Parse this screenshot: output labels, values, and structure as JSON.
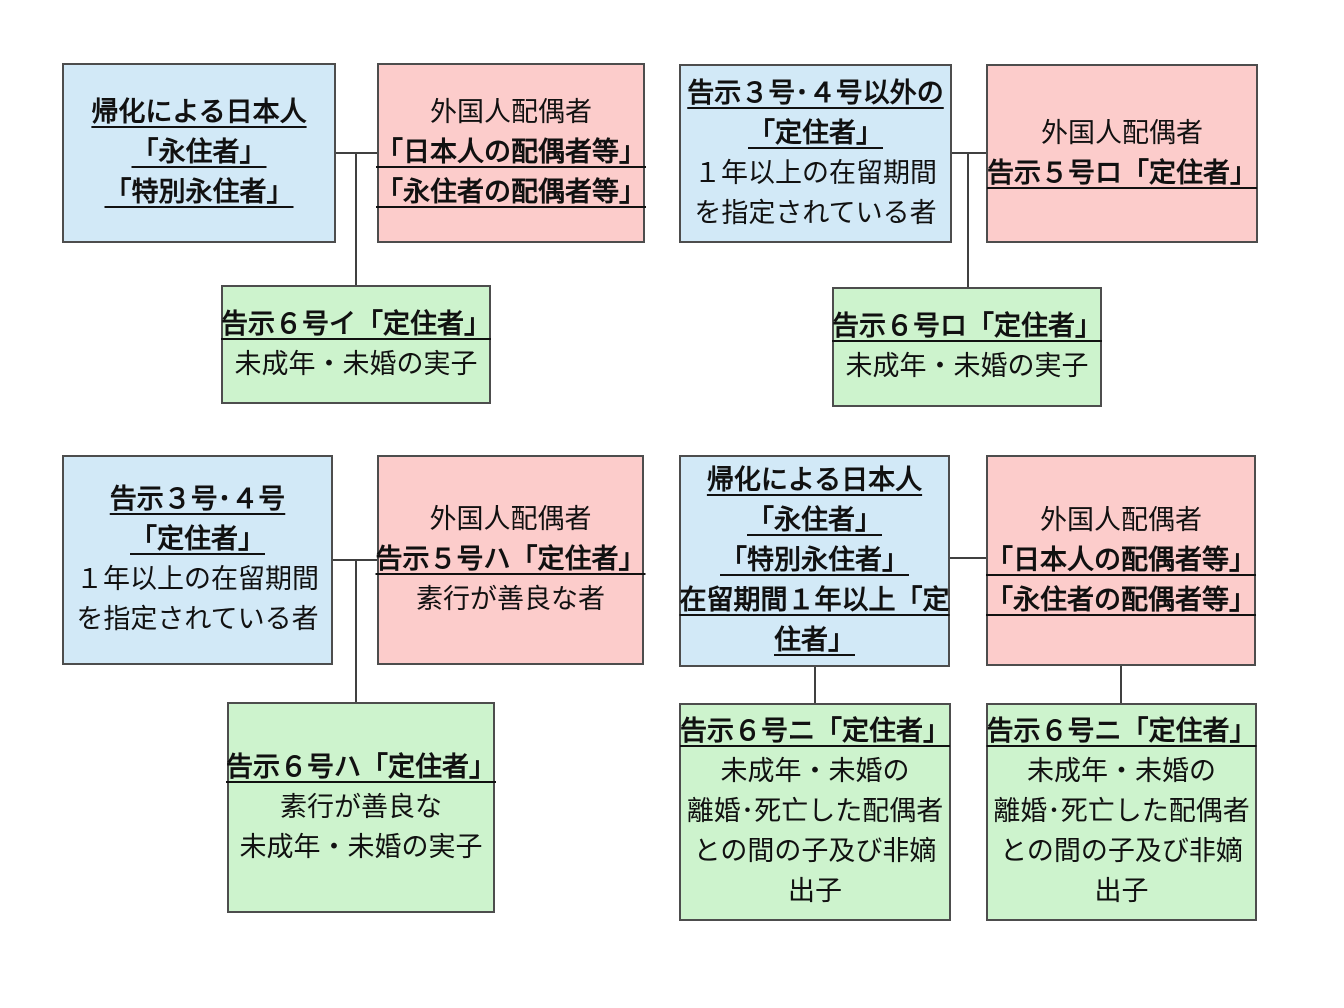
{
  "colors": {
    "blue_fill": "#d2e9f7",
    "pink_fill": "#fccccb",
    "green_fill": "#cdf3cd",
    "box_border": "#4d4d4d",
    "connector": "#404040",
    "text": "#111111",
    "background": "#ffffff"
  },
  "g1": {
    "blue": {
      "lines": [
        "帰化による日本人",
        "「永住者」",
        "「特別永住者」"
      ]
    },
    "pink": {
      "lines": [
        "外国人配偶者",
        "「日本人の配偶者等」",
        "「永住者の配偶者等」"
      ]
    },
    "green": {
      "lines": [
        "告示６号イ「定住者」",
        "未成年・未婚の実子"
      ]
    }
  },
  "g2": {
    "blue": {
      "lines": [
        "告示３号･４号以外の",
        "「定住者」",
        "１年以上の在留期間",
        "を指定されている者"
      ]
    },
    "pink": {
      "lines": [
        "外国人配偶者",
        "告示５号ロ「定住者」"
      ]
    },
    "green": {
      "lines": [
        "告示６号ロ「定住者」",
        "未成年・未婚の実子"
      ]
    }
  },
  "g3": {
    "blue": {
      "lines": [
        "告示３号･４号",
        "「定住者」",
        "１年以上の在留期間",
        "を指定されている者"
      ]
    },
    "pink": {
      "lines": [
        "外国人配偶者",
        "告示５号ハ「定住者」",
        "素行が善良な者"
      ]
    },
    "green": {
      "lines": [
        "告示６号ハ「定住者」",
        "素行が善良な",
        "未成年・未婚の実子"
      ]
    }
  },
  "g4": {
    "blue": {
      "lines": [
        "帰化による日本人",
        "「永住者」",
        "「特別永住者」",
        "在留期間１年以上「定",
        "住者」"
      ]
    },
    "pink": {
      "lines": [
        "外国人配偶者",
        "「日本人の配偶者等」",
        "「永住者の配偶者等」"
      ]
    },
    "green_left": {
      "lines": [
        "告示６号ニ「定住者」",
        "未成年・未婚の",
        "離婚･死亡した配偶者",
        "との間の子及び非嫡",
        "出子"
      ]
    },
    "green_right": {
      "lines": [
        "告示６号ニ「定住者」",
        "未成年・未婚の",
        "離婚･死亡した配偶者",
        "との間の子及び非嫡",
        "出子"
      ]
    }
  }
}
